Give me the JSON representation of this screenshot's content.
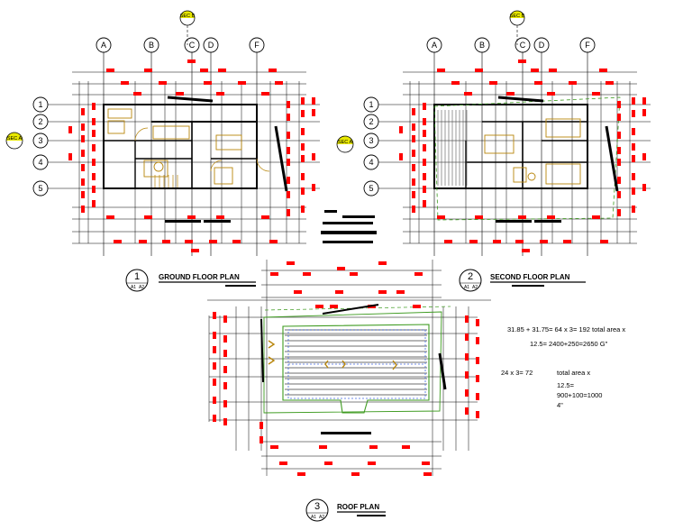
{
  "drawing": {
    "grid_columns": [
      "A",
      "B",
      "C",
      "D",
      "F"
    ],
    "grid_rows": [
      "1",
      "2",
      "3",
      "4",
      "5"
    ],
    "section_marks": {
      "sec_a": "SEC A",
      "sec_b": "SEC B"
    },
    "sheet_ref": {
      "a1": "A1",
      "a2": "A2"
    },
    "plans": [
      {
        "number": "1",
        "title": "GROUND FLOOR PLAN"
      },
      {
        "number": "2",
        "title": "SECOND FLOOR PLAN"
      },
      {
        "number": "3",
        "title": "ROOF PLAN"
      }
    ],
    "calculations": {
      "line1": "31.85 + 31.75= 64 x 3= 192 total area x",
      "line2": "12.5= 2400+250=2650  G\"",
      "line3_left": "24 x 3= 72",
      "line3_right": "total area x",
      "line4": "12.5=",
      "line5": "900+100=1000",
      "line6": "4\""
    },
    "colors": {
      "dimension_marker": "#ff0000",
      "wall": "#000000",
      "furniture": "#b8860b",
      "roof_outline": "#3c9a1e",
      "roof_ridge": "#4169e1",
      "section_tag": "#e8e800"
    }
  }
}
